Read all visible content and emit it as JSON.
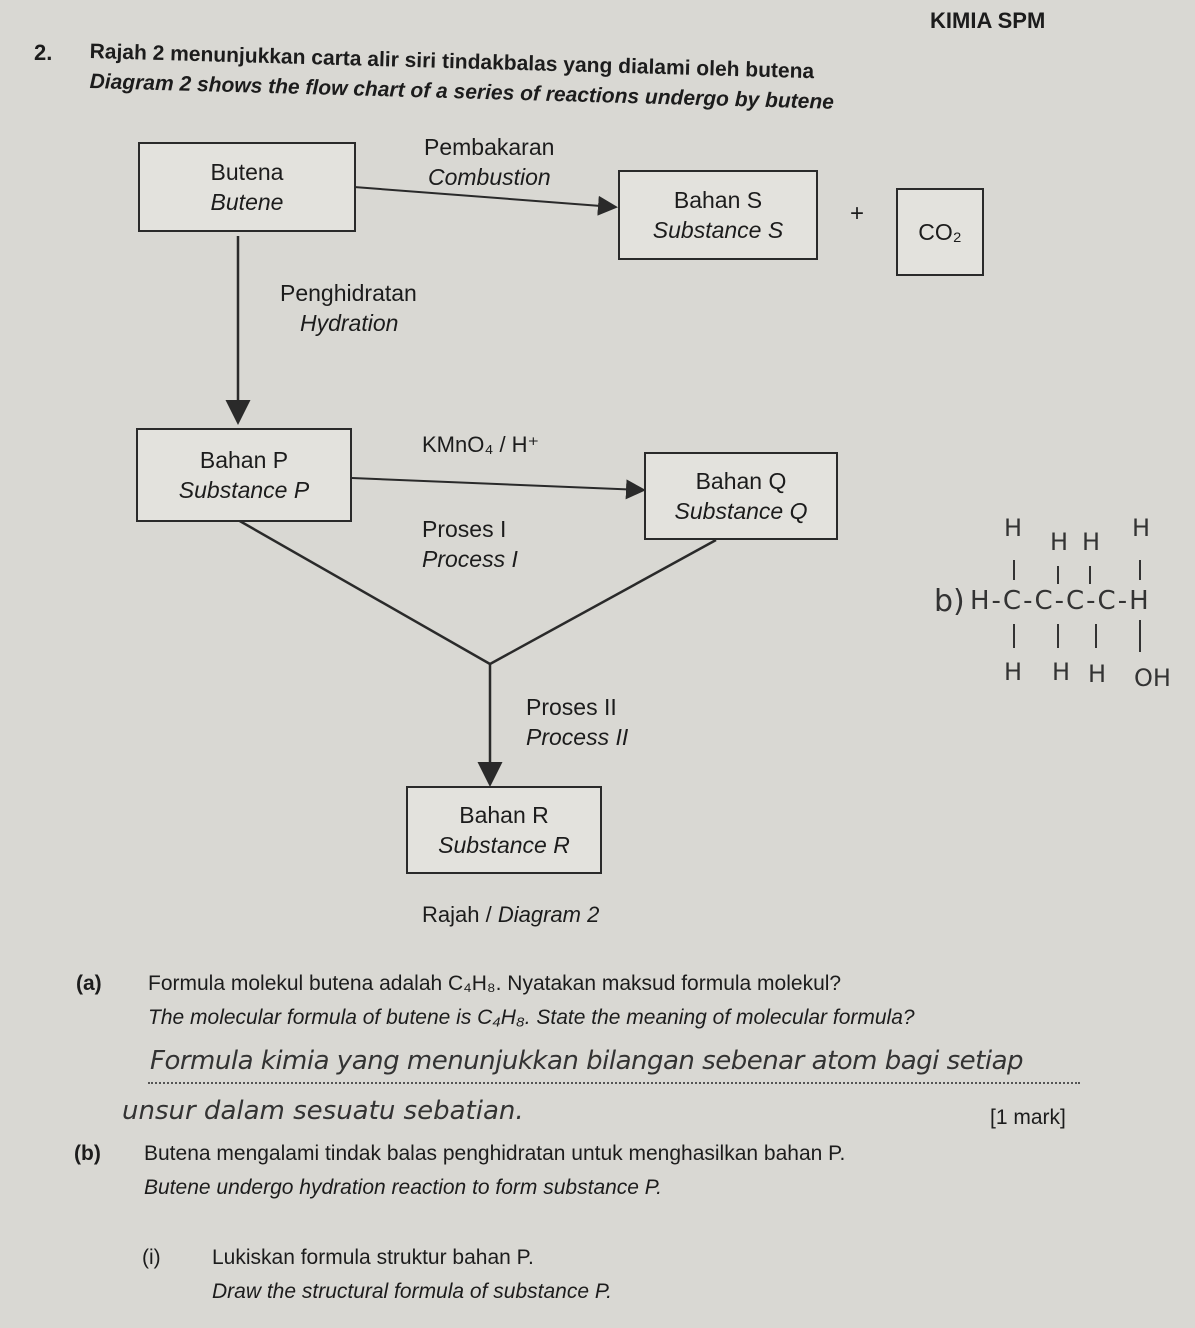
{
  "header": {
    "subject": "KIMIA SPM"
  },
  "question": {
    "number": "2.",
    "intro_ms": "Rajah 2 menunjukkan carta alir siri tindakbalas yang dialami oleh butena",
    "intro_en": "Diagram 2 shows the flow chart of a series of reactions undergo by butene"
  },
  "diagram": {
    "nodes": {
      "butene": {
        "ms": "Butena",
        "en": "Butene"
      },
      "substance_s": {
        "ms": "Bahan S",
        "en": "Substance S"
      },
      "co2": "CO₂",
      "plus": "+",
      "substance_p": {
        "ms": "Bahan P",
        "en": "Substance P"
      },
      "substance_q": {
        "ms": "Bahan Q",
        "en": "Substance Q"
      },
      "substance_r": {
        "ms": "Bahan R",
        "en": "Substance R"
      }
    },
    "edges": {
      "combustion": {
        "ms": "Pembakaran",
        "en": "Combustion"
      },
      "hydration": {
        "ms": "Penghidratan",
        "en": "Hydration"
      },
      "oxidation_reagent": "KMnO₄ / H⁺",
      "process_1": {
        "ms": "Proses I",
        "en": "Process I"
      },
      "process_2": {
        "ms": "Proses II",
        "en": "Process II"
      }
    },
    "caption": {
      "ms": "Rajah /",
      "en": "Diagram 2"
    }
  },
  "part_a": {
    "label": "(a)",
    "ms": "Formula molekul butena adalah C₄H₈. Nyatakan maksud formula molekul?",
    "en": "The molecular formula of butene is C₄H₈.  State the meaning of molecular formula?",
    "answer_line1": "Formula kimia yang menunjukkan bilangan sebenar atom bagi setiap",
    "answer_line2": "unsur dalam sesuatu sebatian.",
    "marks": "[1 mark]"
  },
  "part_b": {
    "label": "(b)",
    "ms": "Butena mengalami tindak balas penghidratan untuk menghasilkan bahan P.",
    "en": "Butene undergo hydration reaction to form substance P.",
    "sub_i": {
      "label": "(i)",
      "ms": "Lukiskan formula struktur bahan P.",
      "en": "Draw the structural formula of substance P."
    }
  },
  "handwritten_structure": {
    "label": "b)",
    "top": [
      "H",
      "H",
      "H",
      "H"
    ],
    "middle": "H-C-C-C-C-H",
    "bottom": [
      "H",
      "H",
      "H",
      "OH"
    ]
  }
}
